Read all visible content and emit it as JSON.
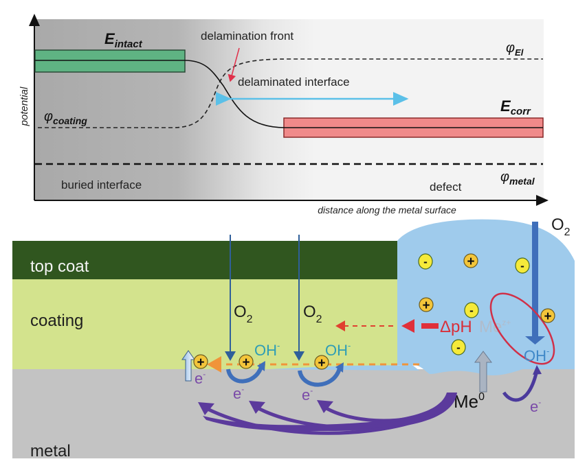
{
  "potential_diagram": {
    "y_axis_label": "potential",
    "x_axis_label": "distance along the metal surface",
    "e_intact": {
      "main": "E",
      "sub": "intact"
    },
    "e_corr": {
      "main": "E",
      "sub": "corr"
    },
    "phi_el": {
      "main": "φ",
      "sub": "El"
    },
    "phi_coating": {
      "main": "φ",
      "sub": "coating"
    },
    "phi_metal": {
      "main": "φ",
      "sub": "metal"
    },
    "delamination_front": "delamination front",
    "delaminated_interface": "delaminated interface",
    "buried_interface": "buried interface",
    "defect": "defect",
    "colors": {
      "intact_band": "#5fb383",
      "corr_band": "#f08a8a",
      "interface_arrow": "#5bc0e8",
      "front_arrow": "#e0304a"
    }
  },
  "cross_section": {
    "layers": {
      "top_coat": "top coat",
      "coating": "coating",
      "metal": "metal"
    },
    "o2_label": {
      "main": "O",
      "sub": "2"
    },
    "oh_label": {
      "main": "OH",
      "sup": "-"
    },
    "electron_label": {
      "main": "e",
      "sup": "-"
    },
    "delta_ph": "ΔpH",
    "me_ion": {
      "main": "Me",
      "sup": "z+"
    },
    "me_metal": {
      "main": "Me",
      "sup": "0"
    },
    "plus": "+",
    "minus": "-",
    "colors": {
      "top_coat": "#30561f",
      "coating": "#d3e38d",
      "metal": "#c3c3c3",
      "electrolyte": "#9fcbec",
      "electron_arrow": "#5b3a9c",
      "o2_arrow": "#3f6fba",
      "ph_arrow": "#e0303a"
    }
  }
}
